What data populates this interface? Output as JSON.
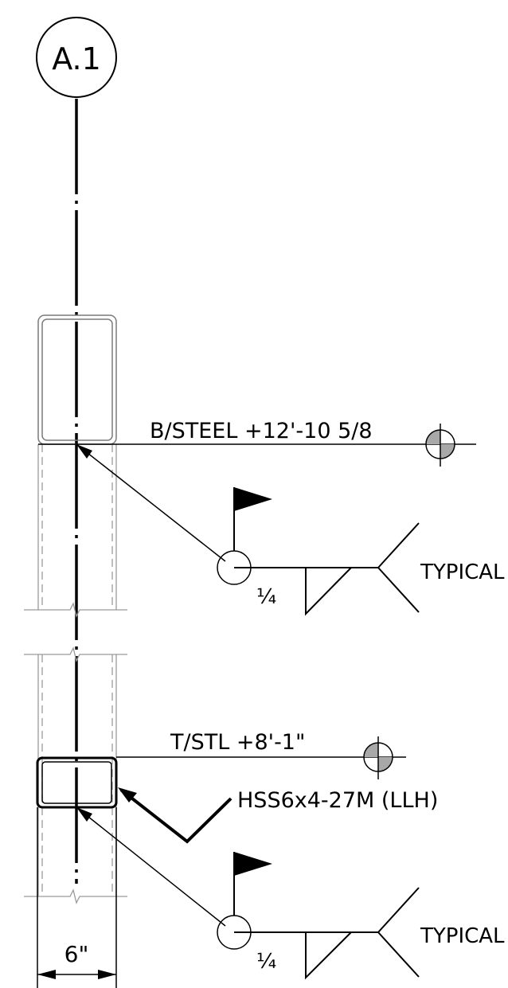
{
  "grid_bubble": {
    "label": "A.1"
  },
  "elevations": {
    "bottom_of_steel": "B/STEEL +12'-10 5/8",
    "top_of_steel": "T/STL +8'-1\""
  },
  "member_callout": "HSS6x4-27M (LLH)",
  "welds": [
    {
      "size": "¼",
      "note": "TYPICAL"
    },
    {
      "size": "¼",
      "note": "TYPICAL"
    }
  ],
  "dimension": {
    "width": "6\""
  },
  "colors": {
    "line": "#000000",
    "hidden": "#9a9a9a",
    "marker_fill": "#a8a8a8"
  }
}
